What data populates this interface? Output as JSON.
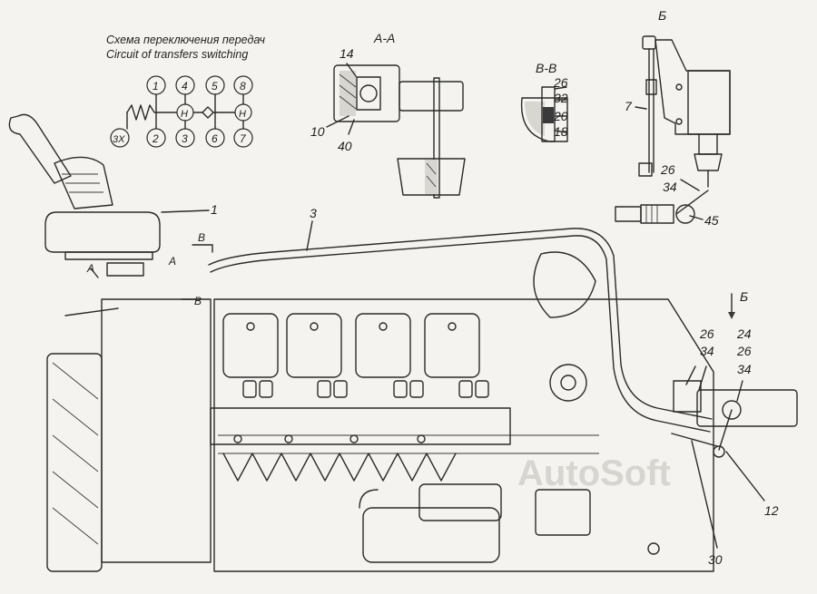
{
  "diagram": {
    "scheme_title_ru": "Схема переключения передач",
    "scheme_title_en": "Circuit of transfers switching",
    "section_labels": {
      "a_a": "А-А",
      "b_b": "В-В",
      "view_b": "Б",
      "view_b_arrow": "Б",
      "a_marker_left": "А",
      "a_marker_right": "А",
      "b_marker_top": "В",
      "b_marker_bottom": "В"
    },
    "gear_scheme": {
      "neutral_3x": "3X",
      "positions": [
        "1",
        "2",
        "4",
        "3",
        "5",
        "6",
        "8",
        "7"
      ],
      "neutral_h": "H"
    },
    "callouts": {
      "c1": "1",
      "c3": "3",
      "c7": "7",
      "c10": "10",
      "c12": "12",
      "c14": "14",
      "c18": "18",
      "c20": "20",
      "c26_bb": "26",
      "c32": "32",
      "c40": "40",
      "c26_view": "26",
      "c34_view": "34",
      "c45": "45",
      "c26_a": "26",
      "c34_a": "34",
      "c24": "24",
      "c26_b": "26",
      "c34_b": "34",
      "c30": "30"
    },
    "watermark": "AutoSoft"
  }
}
